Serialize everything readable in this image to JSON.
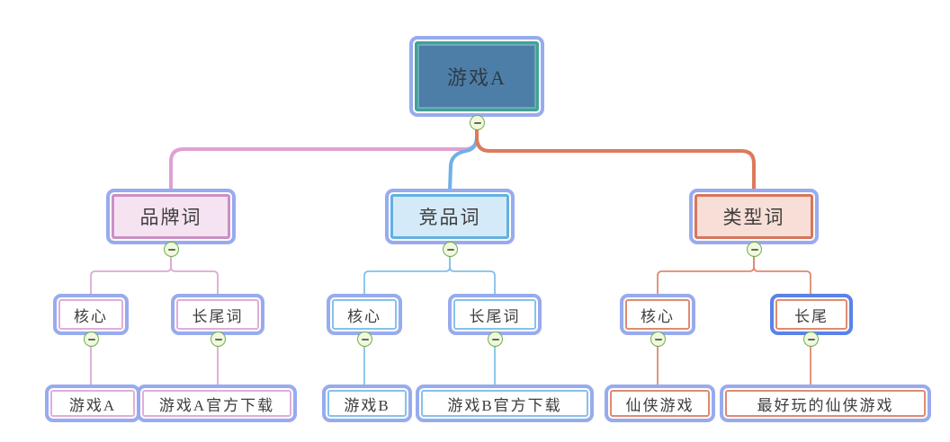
{
  "root": {
    "label": "游戏A"
  },
  "branches": [
    {
      "label": "品牌词",
      "frame": "#cb8fc4",
      "fill": "#f6e3f2",
      "line": "#e0a0d5",
      "line_light": "#dbaad5",
      "children": [
        {
          "label": "核心",
          "leaf": {
            "label": "游戏A"
          }
        },
        {
          "label": "长尾词",
          "leaf": {
            "label": "游戏A官方下载"
          }
        }
      ]
    },
    {
      "label": "竞品词",
      "frame": "#62b0e0",
      "fill": "#d5eaf8",
      "line": "#6fb0e8",
      "line_light": "#85c0ea",
      "children": [
        {
          "label": "核心",
          "leaf": {
            "label": "游戏B"
          }
        },
        {
          "label": "长尾词",
          "leaf": {
            "label": "游戏B官方下载"
          }
        }
      ]
    },
    {
      "label": "类型词",
      "frame": "#d8755c",
      "fill": "#f7ded6",
      "line": "#dc7a5c",
      "line_light": "#dd8a70",
      "children": [
        {
          "label": "核心",
          "leaf": {
            "label": "仙侠游戏"
          }
        },
        {
          "label": "长尾",
          "selected": true,
          "leaf": {
            "label": "最好玩的仙侠游戏"
          }
        }
      ]
    }
  ],
  "palette": {
    "canvas_bg": "#ffffff",
    "node_outline": "#98abee",
    "node_outline_selected": "#5b82e8",
    "root_frame": "#3fa396",
    "root_fill": "#4d7ea8",
    "collapse_fill": "#f1f8df",
    "collapse_border": "#6fae4e",
    "text": "#3d3d3d"
  },
  "icons": {
    "collapse": "minus-circle"
  }
}
